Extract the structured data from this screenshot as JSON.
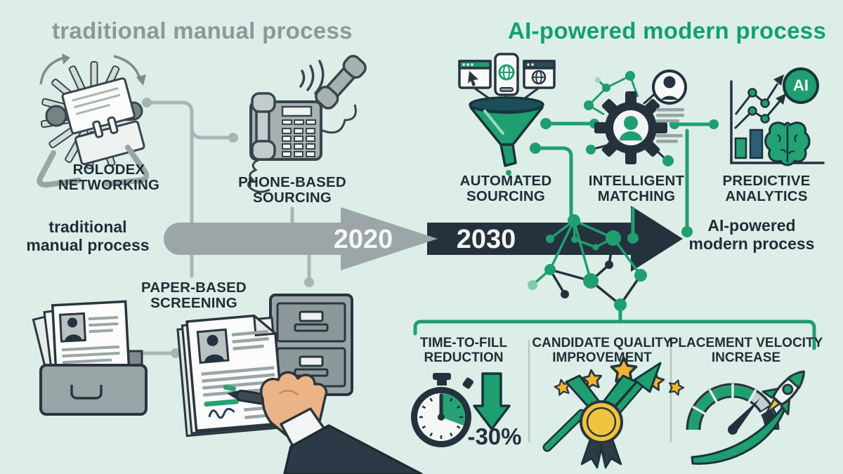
{
  "header": {
    "left_title": "traditional manual process",
    "right_title": "AI-powered modern process"
  },
  "timeline": {
    "year_start": "2020",
    "year_end": "2030",
    "left_caption_line1": "traditional",
    "left_caption_line2": "manual process",
    "right_caption_line1": "AI-powered",
    "right_caption_line2": "modern process"
  },
  "stages": {
    "rolodex": {
      "line1": "ROLODEX",
      "line2": "NETWORKING"
    },
    "phone": {
      "line1": "PHONE-BASED",
      "line2": "SOURCING"
    },
    "paper": {
      "line1": "PAPER-BASED",
      "line2": "SCREENING"
    },
    "automated": {
      "line1": "AUTOMATED",
      "line2": "SOURCING"
    },
    "matching": {
      "line1": "INTELLIGENT",
      "line2": "MATCHING"
    },
    "predictive": {
      "line1": "PREDICTIVE",
      "line2": "ANALYTICS"
    }
  },
  "metrics": {
    "time_to_fill": {
      "line1": "TIME-TO-FILL",
      "line2": "REDUCTION",
      "value": "-30%"
    },
    "candidate_quality": {
      "line1": "CANDIDATE QUALITY",
      "line2": "IMPROVEMENT"
    },
    "placement_velocity": {
      "line1": "PLACEMENT VELOCITY",
      "line2": "INCREASE"
    }
  },
  "badges": {
    "ai": "AI"
  },
  "colors": {
    "background": "#ddeee8",
    "accent_green": "#1f9e70",
    "dark_navy": "#25313d",
    "neutral_gray": "#9ca6a8",
    "title_gray": "#8d979c",
    "gold": "#f0b432"
  }
}
